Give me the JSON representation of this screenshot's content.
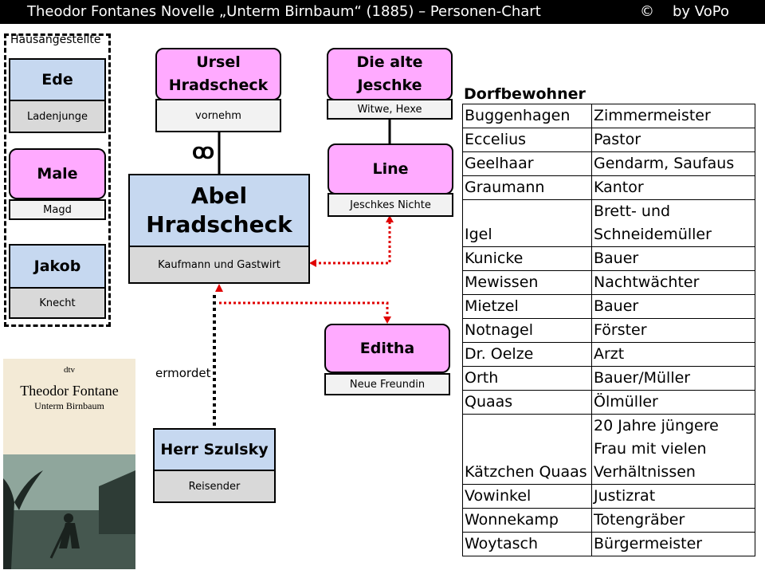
{
  "header": {
    "title": "Theodor Fontanes Novelle „Unterm Birnbaum“ (1885)   – Personen-Chart",
    "copyright": "©",
    "author": "by VoPo"
  },
  "staff": {
    "label": "Hausangestellte",
    "members": [
      {
        "name": "Ede",
        "role": "Ladenjunge"
      },
      {
        "name": "Male",
        "role": "Magd"
      },
      {
        "name": "Jakob",
        "role": "Knecht"
      }
    ]
  },
  "persons": {
    "ursel": {
      "name": "Ursel Hradscheck",
      "role": "vornehm"
    },
    "jeschke": {
      "name": "Die alte Jeschke",
      "role": "Witwe, Hexe"
    },
    "line": {
      "name": "Line",
      "role": "Jeschkes Nichte"
    },
    "abel": {
      "name": "Abel Hradscheck",
      "role": "Kaufmann und Gastwirt"
    },
    "editha": {
      "name": "Editha",
      "role": "Neue Freundin"
    },
    "szulsky": {
      "name": "Herr Szulsky",
      "role": "Reisender"
    }
  },
  "relations": {
    "marriage_symbol": "Ꝏ",
    "murdered_label": "ermordet"
  },
  "book_cover": {
    "publisher": "dtv",
    "author": "Theodor Fontane",
    "title": "Unterm Birnbaum"
  },
  "village": {
    "title": "Dorfbewohner",
    "rows": [
      {
        "name": "Buggenhagen",
        "role": "Zimmermeister"
      },
      {
        "name": "Eccelius",
        "role": "Pastor"
      },
      {
        "name": "Geelhaar",
        "role": "Gendarm, Saufaus"
      },
      {
        "name": "Graumann",
        "role": "Kantor"
      },
      {
        "name": "Igel",
        "role": "Brett- und Schneidemüller"
      },
      {
        "name": "Kunicke",
        "role": "Bauer"
      },
      {
        "name": "Mewissen",
        "role": "Nachtwächter"
      },
      {
        "name": "Mietzel",
        "role": "Bauer"
      },
      {
        "name": "Notnagel",
        "role": "Förster"
      },
      {
        "name": "Dr. Oelze",
        "role": "Arzt"
      },
      {
        "name": "Orth",
        "role": "Bauer/Müller"
      },
      {
        "name": "Quaas",
        "role": "Ölmüller"
      },
      {
        "name": "Kätzchen Quaas",
        "role": "20 Jahre jüngere Frau mit vielen Verhältnissen"
      },
      {
        "name": "Vowinkel",
        "role": "Justizrat"
      },
      {
        "name": "Wonnekamp",
        "role": "Totengräber"
      },
      {
        "name": "Woytasch",
        "role": "Bürgermeister"
      }
    ]
  },
  "colors": {
    "male": "#c6d8f0",
    "female": "#ffaaff",
    "role_box": "#d9d9d9",
    "relation_line": "#e00000"
  }
}
